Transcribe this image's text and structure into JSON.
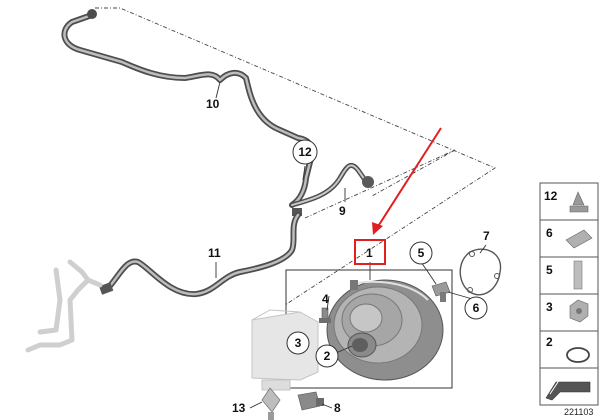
{
  "callouts": {
    "c1": "1",
    "c2": "2",
    "c3": "3",
    "c4": "4",
    "c5": "5",
    "c6": "6",
    "c7": "7",
    "c8": "8",
    "c9": "9",
    "c10": "10",
    "c11": "11",
    "c12": "12",
    "c13": "13"
  },
  "legend": {
    "items": [
      "12",
      "6",
      "5",
      "3",
      "2"
    ]
  },
  "diagram_id": "221103",
  "colors": {
    "highlight_red": "#e02020",
    "hose_dark": "#5a5a5a",
    "part_gray": "#9a9a9a",
    "ghost_gray": "#cfcfcf"
  }
}
